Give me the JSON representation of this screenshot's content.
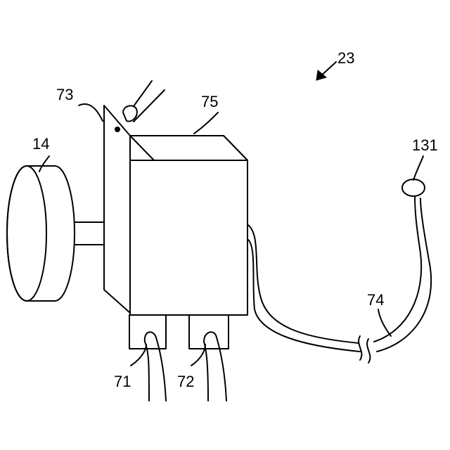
{
  "labels": {
    "assembly": "23",
    "knob": "14",
    "tab": "73",
    "body": "75",
    "sensor": "131",
    "cable": "74",
    "terminal_left": "71",
    "terminal_right": "72"
  }
}
